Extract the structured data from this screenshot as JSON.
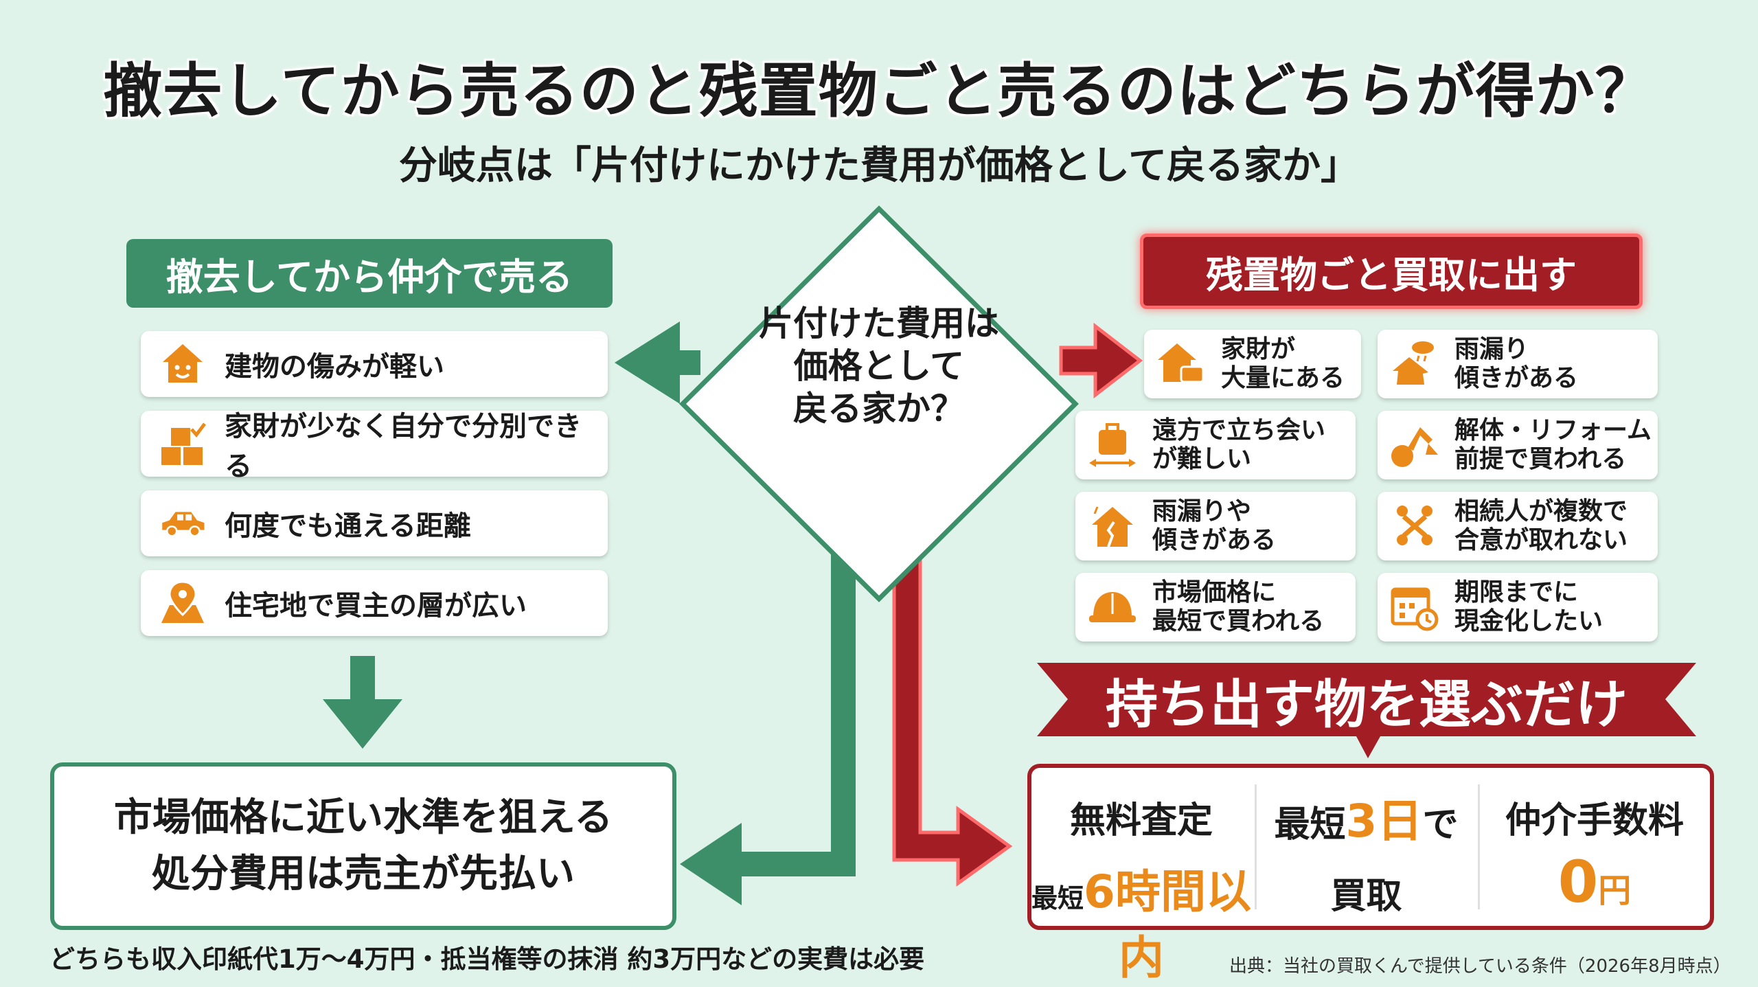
{
  "title": "撤去してから売るのと残置物ごと売るのはどちらが得か？",
  "subtitle": "分岐点は「片付けにかけた費用が価格として戻る家か」",
  "decision": {
    "text": "片付けた費用は\n価格として\n戻る家か？"
  },
  "left": {
    "header": "撤去してから仲介で売る",
    "items": [
      {
        "label": "建物の傷みが軽い",
        "icon": "smiling-house-icon"
      },
      {
        "label": "家財が少なく自分で分別できる",
        "icon": "boxes-check-icon"
      },
      {
        "label": "何度でも通える距離",
        "icon": "car-icon"
      },
      {
        "label": "住宅地で買主の層が広い",
        "icon": "map-pin-icon"
      }
    ],
    "result_line1": "市場価格に近い水準を狙える",
    "result_line2": "処分費用は売主が先払い"
  },
  "right": {
    "header": "残置物ごと買取に出す",
    "items": [
      {
        "label": "家財が\n大量にある",
        "icon": "house-furniture-icon"
      },
      {
        "label": "雨漏り\n傾きがある",
        "icon": "rain-house-icon"
      },
      {
        "label": "遠方で立ち会い\nが難しい",
        "icon": "suitcase-distance-icon"
      },
      {
        "label": "解体・リフォーム\n前提で買われる",
        "icon": "excavator-icon"
      },
      {
        "label": "雨漏りや\n傾きがある",
        "icon": "damaged-house-icon"
      },
      {
        "label": "相続人が複数で\n合意が取れない",
        "icon": "people-conflict-icon"
      },
      {
        "label": "市場価格に\n最短で買われる",
        "icon": "helmet-icon"
      },
      {
        "label": "期限までに\n現金化したい",
        "icon": "calendar-clock-icon"
      }
    ],
    "banner": "持ち出す物を選ぶだけ",
    "features": [
      {
        "title": "無料査定",
        "note_prefix": "最短",
        "note_value": "6時間以内"
      },
      {
        "title_prefix": "最短",
        "title_value": "3日",
        "title_suffix": "で",
        "note": "買取"
      },
      {
        "title": "仲介手数料",
        "value": "0",
        "unit": "円"
      }
    ]
  },
  "footer_note": "どちらも収入印紙代1万〜4万円・抵当権等の抹消 約3万円などの実費は必要",
  "source": "出典：当社の買取くんで提供している条件（2026年8月時点）",
  "colors": {
    "green": "#3d8f6a",
    "red": "#a31d24",
    "orange": "#e98a1b",
    "background": "#dff3ea"
  }
}
